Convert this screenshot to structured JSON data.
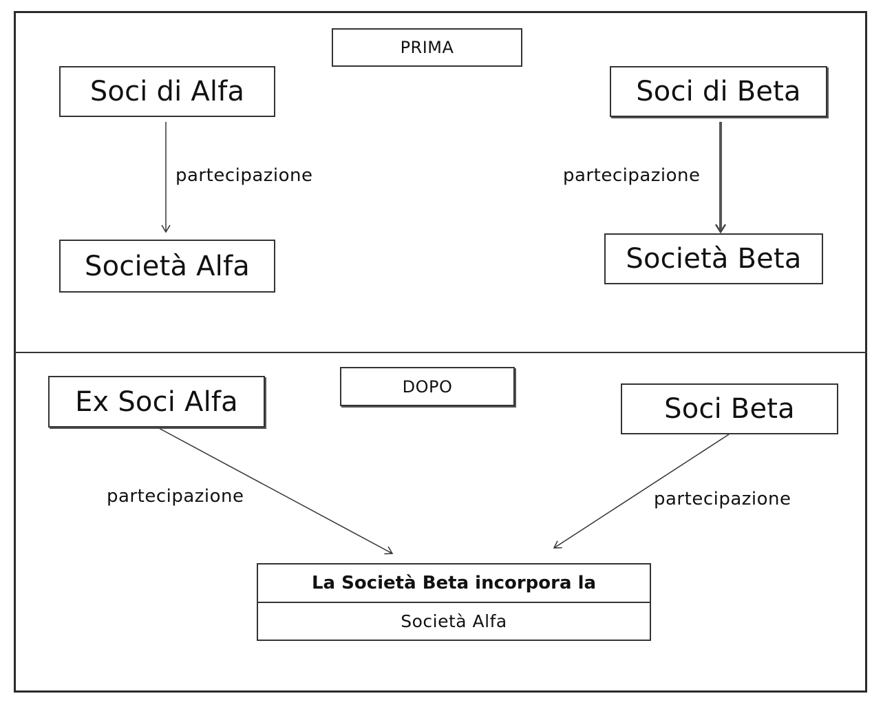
{
  "before": {
    "title": "PRIMA",
    "left_top": "Soci di Alfa",
    "left_bottom": "Società Alfa",
    "right_top": "Soci di Beta",
    "right_bottom": "Società Beta",
    "left_arrow_label": "partecipazione",
    "right_arrow_label": "partecipazione"
  },
  "after": {
    "title": "DOPO",
    "left_top": "Ex Soci Alfa",
    "right_top": "Soci Beta",
    "left_arrow_label": "partecipazione",
    "right_arrow_label": "partecipazione",
    "merge_line1": "La Società Beta incorpora la",
    "merge_line2": "Società Alfa"
  }
}
